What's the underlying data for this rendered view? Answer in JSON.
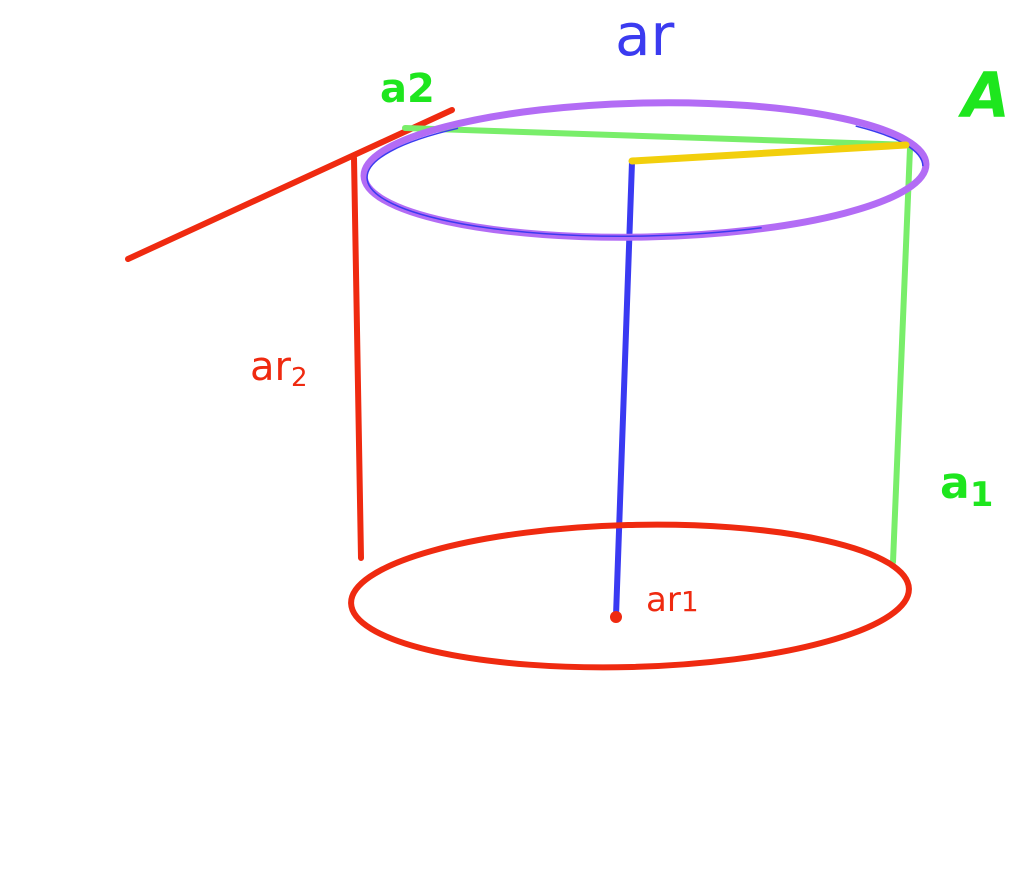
{
  "labels": {
    "top_axis": "ar",
    "point_a2": "a2",
    "point_A": "A",
    "left_axis": "ar",
    "left_axis_sub": "2",
    "right_axis": "a",
    "right_axis_sub": "1",
    "center_point": "ar",
    "center_point_sub": "1"
  },
  "colors": {
    "top_label": "#3b3bf0",
    "red": "#ef2a10",
    "green_label": "#1ee61e",
    "green_line": "#79ee6a",
    "purple": "#b36cf5",
    "purple_inner": "#3b3bf0",
    "yellow": "#f2cf0c",
    "blue": "#3a3af2"
  }
}
